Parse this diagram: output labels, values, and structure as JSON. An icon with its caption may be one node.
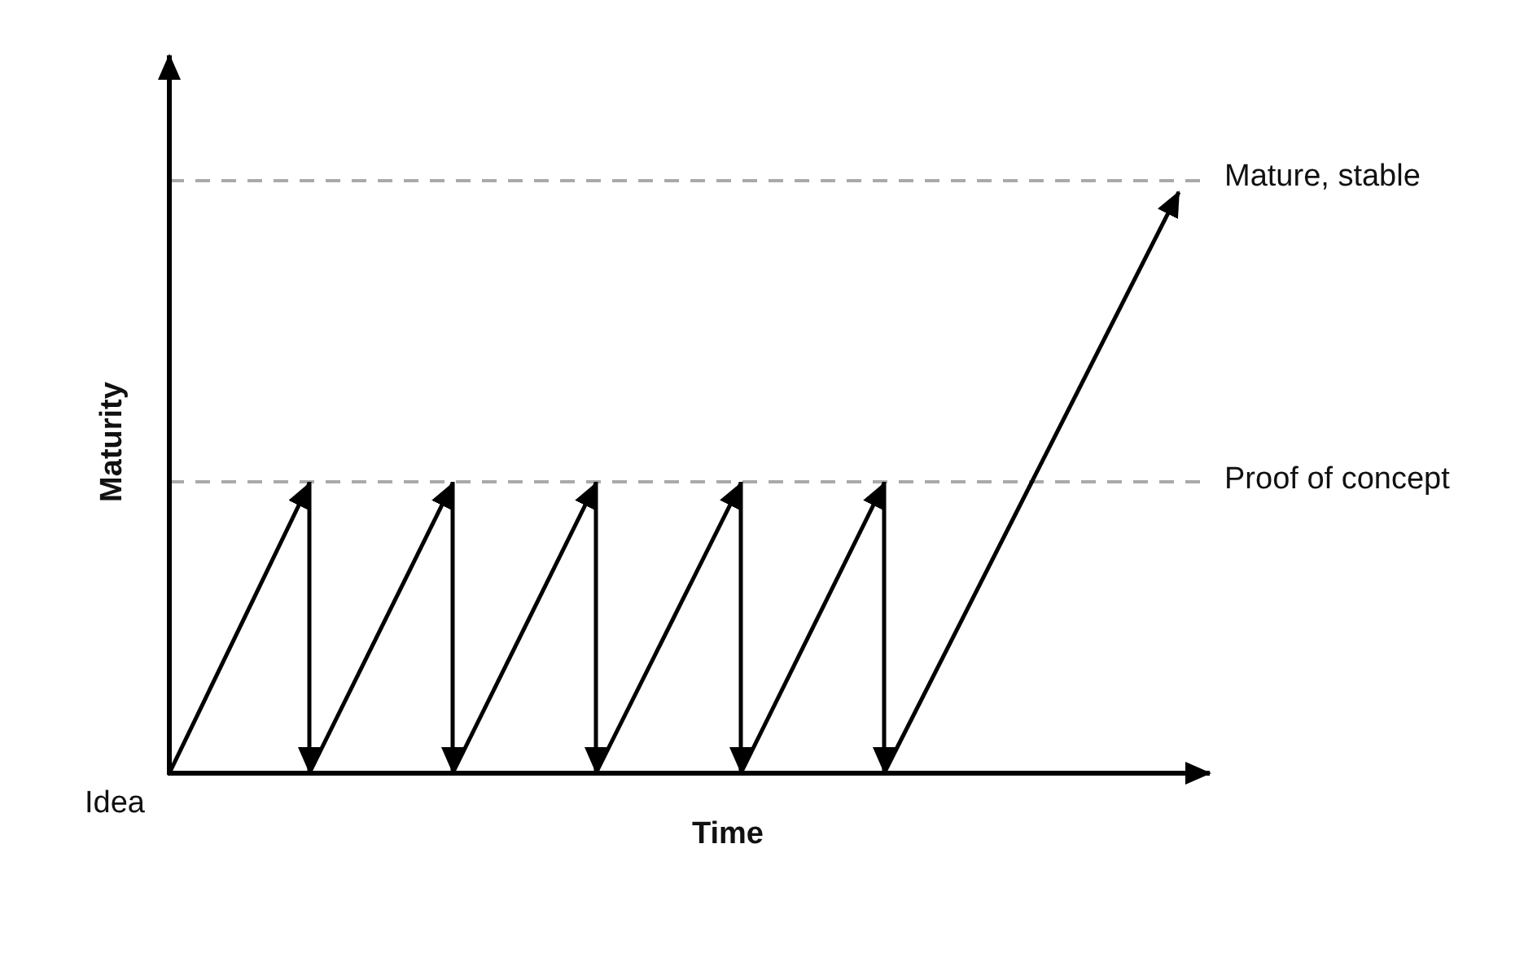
{
  "diagram": {
    "labels": [
      "Mature, stable",
      "Maturity",
      "Proof of concept",
      "Idea",
      "Time"
    ]
  }
}
